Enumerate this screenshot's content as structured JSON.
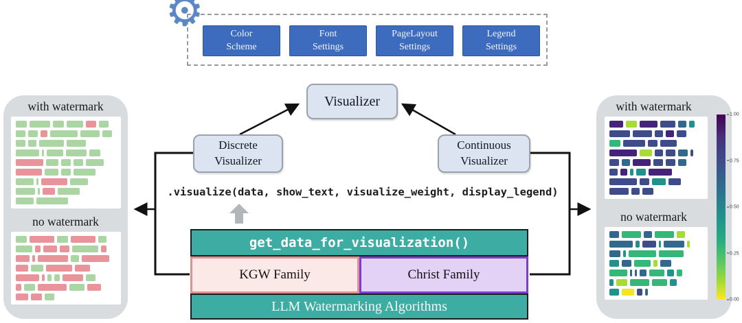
{
  "settings_buttons": [
    {
      "line1": "Color",
      "line2": "Scheme"
    },
    {
      "line1": "Font",
      "line2": "Settings"
    },
    {
      "line1": "PageLayout",
      "line2": "Settings"
    },
    {
      "line1": "Legend",
      "line2": "Settings"
    }
  ],
  "nodes": {
    "visualizer": "Visualizer",
    "discrete_line1": "Discrete",
    "discrete_line2": "Visualizer",
    "continuous_line1": "Continuous",
    "continuous_line2": "Visualizer"
  },
  "code_line": ".visualize(data, show_text, visualize_weight, display_legend)",
  "stack": {
    "get_data": "get_data_for_visualization()",
    "kgw": "KGW Family",
    "christ": "Christ Family",
    "llm": "LLM Watermarking Algorithms"
  },
  "colors": {
    "teal_box": "#3dada3",
    "blue_button": "#3d6cbe",
    "node_fill": "#dce4f1",
    "node_border": "#9aa2ac",
    "kgw_fill": "#fbe9e7",
    "kgw_border": "#e0918f",
    "christ_fill": "#e4d2f6",
    "christ_border": "#7b3ed2",
    "panel_bg": "#d9dcdf",
    "gear_blue": "#5b87c5"
  },
  "palette": {
    "g": "#abd6a3",
    "r": "#e9949b",
    "P": "#46237a",
    "I": "#3f4c8a",
    "B": "#31688e",
    "T": "#21918c",
    "G": "#35b779",
    "Y": "#a8db34",
    "y": "#f4e61e"
  },
  "left_panel": {
    "top_label": "with watermark",
    "bottom_label": "no watermark",
    "top_rows": [
      [
        [
          16,
          "g"
        ],
        [
          30,
          "g"
        ],
        [
          16,
          "g"
        ],
        [
          24,
          "g"
        ],
        [
          15,
          "r"
        ],
        [
          14,
          "g"
        ]
      ],
      [
        [
          14,
          "g"
        ],
        [
          14,
          "g"
        ],
        [
          10,
          "r"
        ],
        [
          40,
          "g"
        ],
        [
          28,
          "g"
        ],
        [
          14,
          "g"
        ]
      ],
      [
        [
          14,
          "g"
        ],
        [
          12,
          "g"
        ],
        [
          36,
          "g"
        ],
        [
          28,
          "g"
        ]
      ],
      [
        [
          34,
          "g"
        ],
        [
          3,
          "g"
        ],
        [
          24,
          "g"
        ],
        [
          30,
          "g"
        ],
        [
          16,
          "g"
        ]
      ],
      [
        [
          40,
          "r"
        ],
        [
          18,
          "g"
        ],
        [
          14,
          "g"
        ],
        [
          14,
          "g"
        ],
        [
          26,
          "g"
        ]
      ],
      [
        [
          38,
          "r"
        ],
        [
          20,
          "g"
        ],
        [
          14,
          "g"
        ],
        [
          32,
          "g"
        ]
      ],
      [
        [
          26,
          "g"
        ],
        [
          3,
          "g"
        ],
        [
          38,
          "r"
        ],
        [
          26,
          "g"
        ]
      ],
      [
        [
          28,
          "g"
        ],
        [
          3,
          "g"
        ],
        [
          18,
          "r"
        ],
        [
          32,
          "g"
        ]
      ],
      [
        [
          26,
          "g"
        ],
        [
          46,
          "g"
        ]
      ]
    ],
    "bottom_rows": [
      [
        [
          16,
          "g"
        ],
        [
          36,
          "r"
        ],
        [
          16,
          "g"
        ],
        [
          36,
          "r"
        ],
        [
          12,
          "g"
        ]
      ],
      [
        [
          24,
          "g"
        ],
        [
          8,
          "r"
        ],
        [
          20,
          "r"
        ],
        [
          14,
          "r"
        ],
        [
          38,
          "g"
        ],
        [
          8,
          "r"
        ]
      ],
      [
        [
          20,
          "r"
        ],
        [
          4,
          "r"
        ],
        [
          44,
          "r"
        ],
        [
          12,
          "g"
        ],
        [
          40,
          "r"
        ]
      ],
      [
        [
          18,
          "r"
        ],
        [
          18,
          "g"
        ],
        [
          38,
          "r"
        ],
        [
          22,
          "r"
        ]
      ],
      [
        [
          34,
          "r"
        ],
        [
          4,
          "r"
        ],
        [
          6,
          "g"
        ],
        [
          8,
          "g"
        ],
        [
          30,
          "r"
        ],
        [
          14,
          "g"
        ]
      ],
      [
        [
          8,
          "r"
        ],
        [
          16,
          "g"
        ],
        [
          42,
          "r"
        ],
        [
          22,
          "g"
        ],
        [
          20,
          "r"
        ]
      ],
      [
        [
          18,
          "r"
        ],
        [
          16,
          "r"
        ],
        [
          14,
          "g"
        ]
      ]
    ]
  },
  "right_panel": {
    "top_label": "with watermark",
    "bottom_label": "no watermark",
    "colorbar_ticks": [
      "1.00",
      "0.75",
      "0.50",
      "0.25",
      "0.00"
    ],
    "top_rows": [
      [
        [
          20,
          "P"
        ],
        [
          16,
          "Y"
        ],
        [
          26,
          "P"
        ],
        [
          22,
          "I"
        ],
        [
          12,
          "B"
        ],
        [
          8,
          "T"
        ]
      ],
      [
        [
          30,
          "I"
        ],
        [
          28,
          "I"
        ],
        [
          12,
          "I"
        ],
        [
          12,
          "P"
        ],
        [
          14,
          "I"
        ]
      ],
      [
        [
          16,
          "G"
        ],
        [
          32,
          "I"
        ],
        [
          14,
          "I"
        ],
        [
          24,
          "I"
        ]
      ],
      [
        [
          40,
          "P"
        ],
        [
          18,
          "Y"
        ],
        [
          12,
          "I"
        ],
        [
          14,
          "I"
        ],
        [
          14,
          "B"
        ],
        [
          4,
          "I"
        ]
      ],
      [
        [
          14,
          "I"
        ],
        [
          12,
          "B"
        ],
        [
          26,
          "P"
        ],
        [
          14,
          "I"
        ],
        [
          14,
          "I"
        ],
        [
          12,
          "B"
        ]
      ],
      [
        [
          12,
          "I"
        ],
        [
          10,
          "P"
        ],
        [
          5,
          "T"
        ],
        [
          14,
          "T"
        ],
        [
          34,
          "P"
        ]
      ],
      [
        [
          40,
          "I"
        ],
        [
          14,
          "I"
        ],
        [
          20,
          "T"
        ],
        [
          18,
          "I"
        ]
      ],
      [
        [
          28,
          "I"
        ],
        [
          12,
          "I"
        ],
        [
          16,
          "I"
        ]
      ]
    ],
    "bottom_rows": [
      [
        [
          14,
          "B"
        ],
        [
          28,
          "G"
        ],
        [
          12,
          "B"
        ],
        [
          28,
          "G"
        ],
        [
          12,
          "Y"
        ]
      ],
      [
        [
          34,
          "B"
        ],
        [
          6,
          "T"
        ],
        [
          20,
          "I"
        ],
        [
          3,
          "T"
        ],
        [
          30,
          "B"
        ],
        [
          4,
          "Y"
        ]
      ],
      [
        [
          16,
          "B"
        ],
        [
          4,
          "T"
        ],
        [
          40,
          "G"
        ],
        [
          36,
          "G"
        ]
      ],
      [
        [
          14,
          "T"
        ],
        [
          14,
          "B"
        ],
        [
          24,
          "G"
        ],
        [
          6,
          "Y"
        ],
        [
          16,
          "B"
        ]
      ],
      [
        [
          26,
          "G"
        ],
        [
          3,
          "B"
        ],
        [
          3,
          "B"
        ],
        [
          10,
          "B"
        ],
        [
          22,
          "G"
        ],
        [
          10,
          "T"
        ],
        [
          8,
          "G"
        ]
      ],
      [
        [
          6,
          "T"
        ],
        [
          16,
          "Y"
        ],
        [
          28,
          "G"
        ],
        [
          22,
          "G"
        ],
        [
          10,
          "T"
        ]
      ],
      [
        [
          14,
          "T"
        ],
        [
          18,
          "y"
        ],
        [
          8,
          "I"
        ],
        [
          4,
          "B"
        ]
      ]
    ]
  }
}
